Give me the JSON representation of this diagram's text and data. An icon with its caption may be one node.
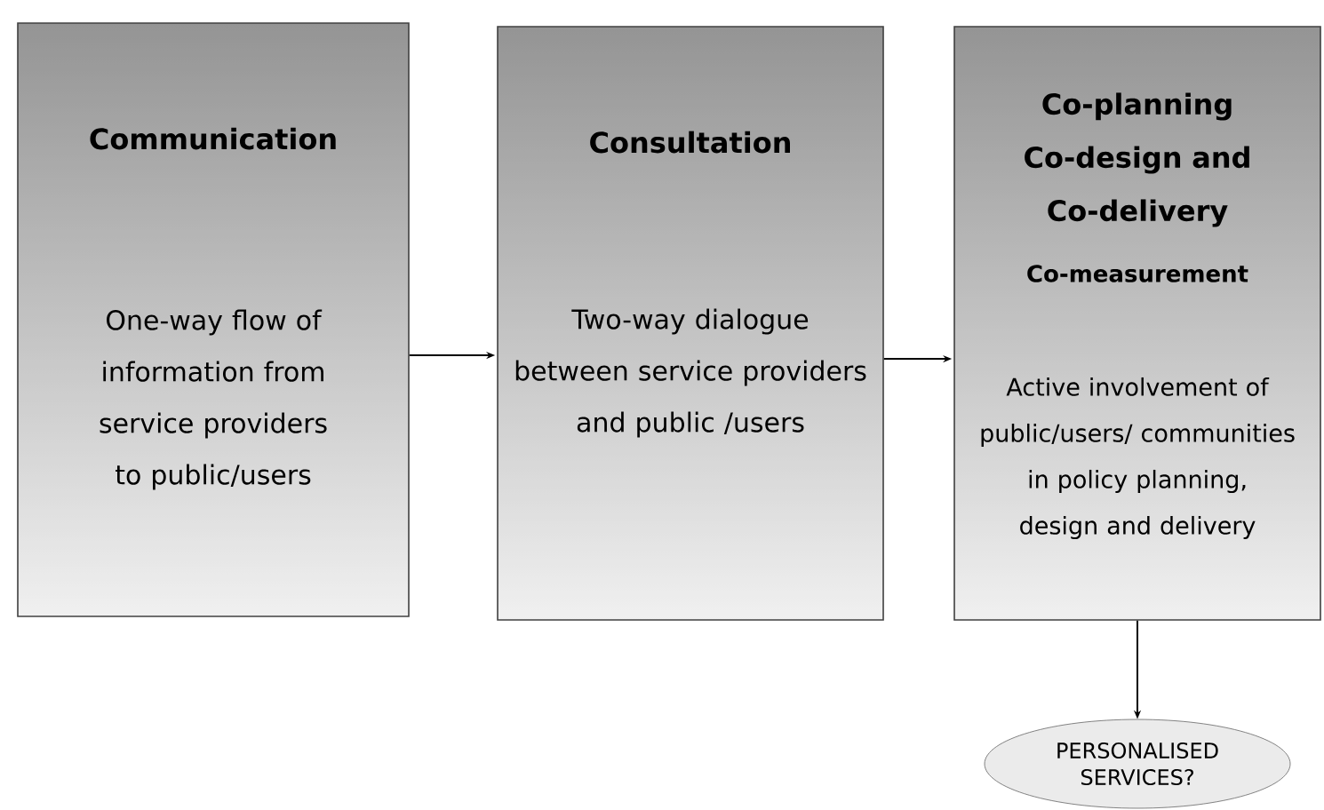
{
  "diagram": {
    "nodes": [
      {
        "text": [
          "Communication",
          "One-way flow of information from service providers to public/users"
        ]
      },
      {
        "text": [
          "Consultation",
          "Two-way dialogue between service providers and public /users"
        ]
      },
      {
        "text": [
          "Co-planning Co-design and Co-delivery",
          "Co-measurement",
          "Active involvement of public/users/ communities in policy planning, design and delivery"
        ]
      },
      {
        "text": [
          "PERSONALISED SERVICES?"
        ]
      }
    ],
    "edges": [
      {
        "from": 0,
        "to": 1,
        "arrow": "to"
      },
      {
        "from": 1,
        "to": 2,
        "arrow": "to"
      },
      {
        "from": 2,
        "to": 3,
        "arrow": "to"
      }
    ]
  }
}
